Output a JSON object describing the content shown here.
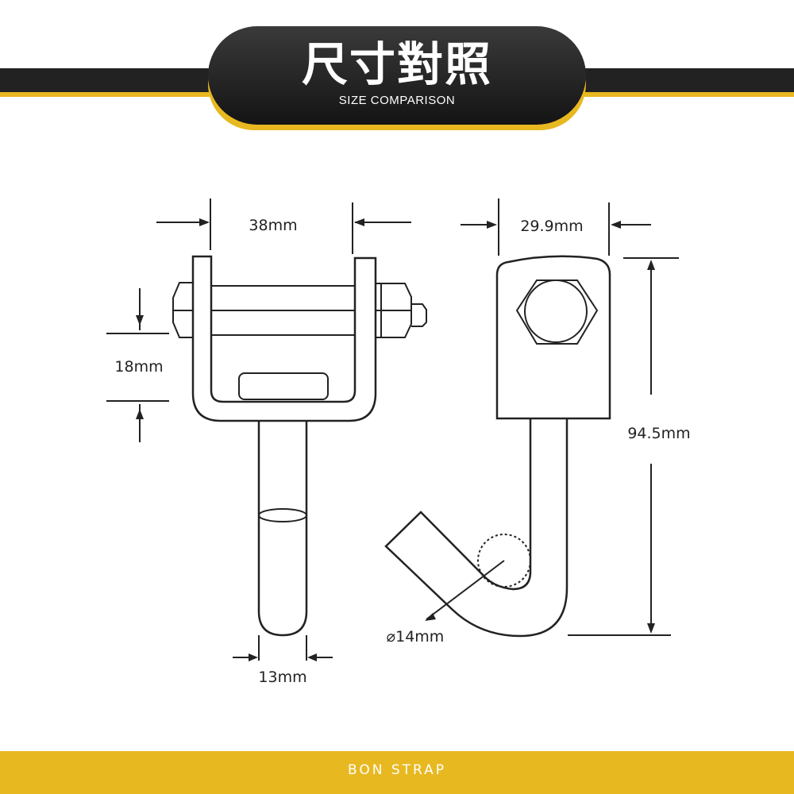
{
  "header": {
    "title": "尺寸對照",
    "subtitle": "SIZE COMPARISON"
  },
  "dimensions": {
    "width_front": "38mm",
    "nut_height": "18mm",
    "shank_diameter": "13mm",
    "width_side": "29.9mm",
    "total_length": "94.5mm",
    "hook_inner_diameter": "⌀14mm"
  },
  "footer": {
    "brand": "BON STRAP"
  },
  "colors": {
    "accent": "#e8b821",
    "dark": "#222222",
    "line": "#222222"
  }
}
